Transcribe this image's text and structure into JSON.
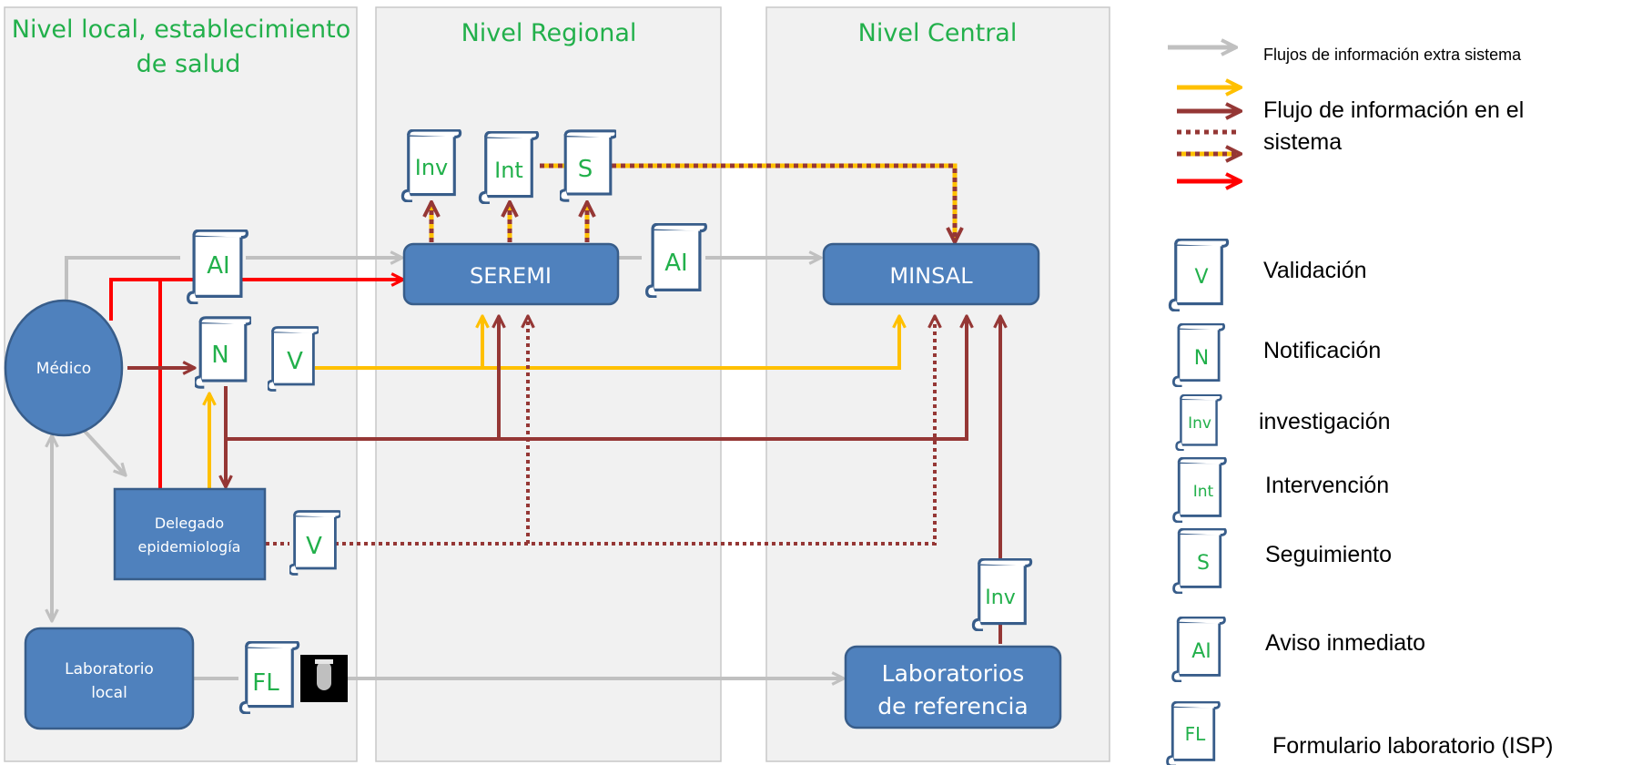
{
  "lanes": {
    "local": {
      "title_line1": "Nivel local, establecimiento",
      "title_line2": "de salud"
    },
    "regional": {
      "title": "Nivel Regional"
    },
    "central": {
      "title": "Nivel Central"
    }
  },
  "nodes": {
    "medico": "Médico",
    "delegado_line1": "Delegado",
    "delegado_line2": "epidemiología",
    "lab_local_line1": "Laboratorio",
    "lab_local_line2": "local",
    "seremi": "SEREMI",
    "minsal": "MINSAL",
    "lab_ref_line1": "Laboratorios",
    "lab_ref_line2": "de referencia"
  },
  "documents": {
    "ai": "AI",
    "n": "N",
    "v": "V",
    "inv": "Inv",
    "int": "Int",
    "s": "S",
    "fl": "FL"
  },
  "legend": {
    "extra": "Flujos de información extra sistema",
    "sistema_line1": "Flujo de información en el",
    "sistema_line2": "sistema",
    "items": [
      {
        "code": "V",
        "label": "Validación"
      },
      {
        "code": "N",
        "label": "Notificación"
      },
      {
        "code": "Inv",
        "label": "investigación"
      },
      {
        "code": "Int",
        "label": "Intervención"
      },
      {
        "code": "S",
        "label": "Seguimiento"
      },
      {
        "code": "AI",
        "label": "Aviso inmediato"
      },
      {
        "code": "FL",
        "label": "Formulario laboratorio (ISP)"
      }
    ]
  },
  "colors": {
    "lane_title": "#22b04b",
    "box": "#4f81bd",
    "extra_flow": "#c0c0c0",
    "flow_yellow": "#ffc000",
    "flow_dark_red": "#953735",
    "flow_red": "#ff0000"
  }
}
